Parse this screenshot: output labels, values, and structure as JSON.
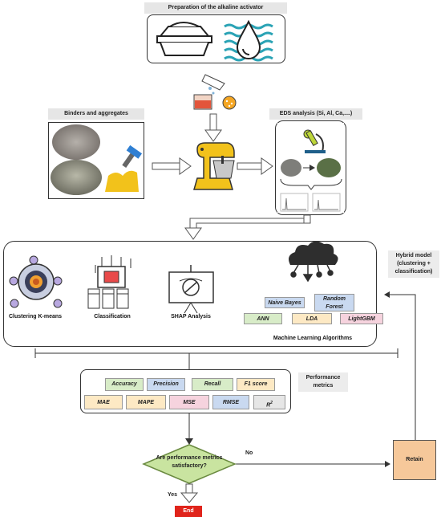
{
  "top": {
    "activator_label": "Preparation of the alkaline activator"
  },
  "binders": {
    "label": "Binders and aggregates"
  },
  "eds": {
    "label": "EDS analysis (Si, Al, Ca,....)"
  },
  "steps": {
    "clustering": "Clustering K-means",
    "classification": "Classification",
    "shap": "SHAP Analysis",
    "ml": "Machine Learning Algorithms"
  },
  "algorithms": {
    "naive_bayes": "Naive Bayes",
    "random_forest": "Random Forest",
    "ann": "ANN",
    "lda": "LDA",
    "lightgbm": "LightGBM"
  },
  "hybrid": {
    "label": "Hybrid model (clustering + classification)"
  },
  "performance": {
    "label": "Performance metrics",
    "row1": [
      "Accuracy",
      "Precision",
      "Recall",
      "F1 score"
    ],
    "row2": [
      "MAE",
      "MAPE",
      "MSE",
      "RMSE",
      "R2"
    ]
  },
  "decision": {
    "question": "Are performance metrics satisfactory?",
    "no": "No",
    "yes": "Yes"
  },
  "retain": "Retain",
  "end": "End",
  "colors": {
    "label_bg": "#e6e6e6",
    "accuracy": "#d8ecc8",
    "precision": "#c9d9f0",
    "recall": "#d8ecc8",
    "f1": "#fde9c4",
    "mae": "#fde9c4",
    "mape": "#fde9c4",
    "mse": "#f6d3de",
    "rmse": "#c9d9f0",
    "r2": "#e6e6e6",
    "ann": "#d8ecc8",
    "lda": "#fde9c4",
    "lightgbm": "#f6d3de",
    "naive_bayes": "#c9d9f0",
    "random_forest": "#c9d9f0",
    "decision": "#c9e4a0",
    "retain": "#f6c89a",
    "end": "#e0241b"
  },
  "icons": [
    "powder-tray-icon",
    "water-drop-icon",
    "flask-icon",
    "mixer-icon",
    "microscope-icon",
    "brain-network-icon",
    "classification-icon",
    "presentation-icon",
    "cloud-network-icon"
  ]
}
